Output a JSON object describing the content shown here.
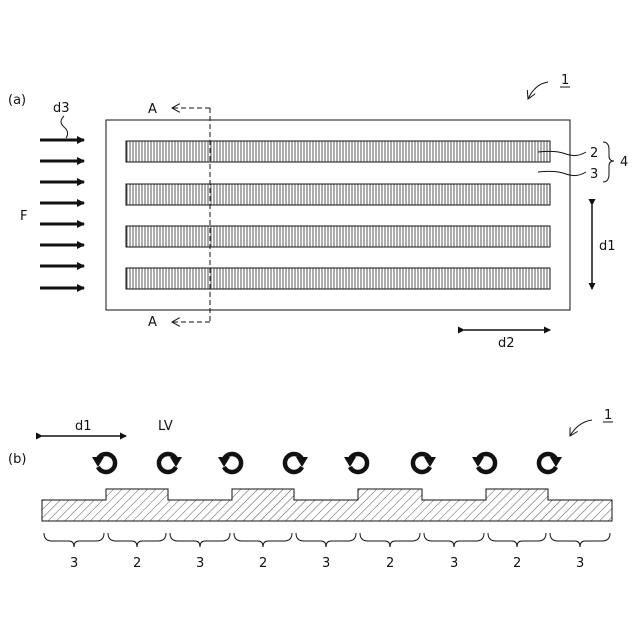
{
  "panel_a": {
    "label": "(a)",
    "ref_number": "1",
    "section_marker": "A",
    "flow_label": "F",
    "d3_label": "d3",
    "d1_label": "d1",
    "d2_label": "d2",
    "strip_label": "2",
    "gap_label": "3",
    "group_label": "4"
  },
  "panel_b": {
    "label": "(b)",
    "ref_number": "1",
    "d1_label": "d1",
    "vortex_label": "LV",
    "segments": [
      "3",
      "2",
      "3",
      "2",
      "3",
      "2",
      "3",
      "2",
      "3"
    ],
    "vortex_directions": [
      "ccw",
      "cw",
      "ccw",
      "cw",
      "ccw",
      "cw",
      "ccw",
      "cw"
    ]
  },
  "colors": {
    "ink": "#111111",
    "background": "#ffffff"
  }
}
